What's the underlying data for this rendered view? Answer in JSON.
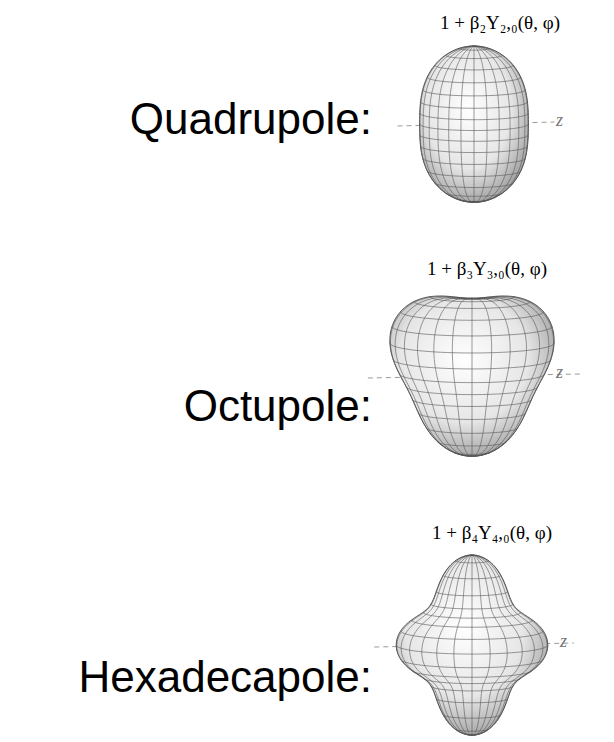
{
  "diagram": {
    "labels": [
      "Quadrupole:",
      "1 + β₂Y₂,₀(θ, φ)",
      "z",
      "Octupole:",
      "1 + β₃Y₃,₀(θ, φ)",
      "z",
      "Hexadecapole:",
      "1 + β₄Y₄,₀(θ, φ)",
      "z"
    ]
  }
}
